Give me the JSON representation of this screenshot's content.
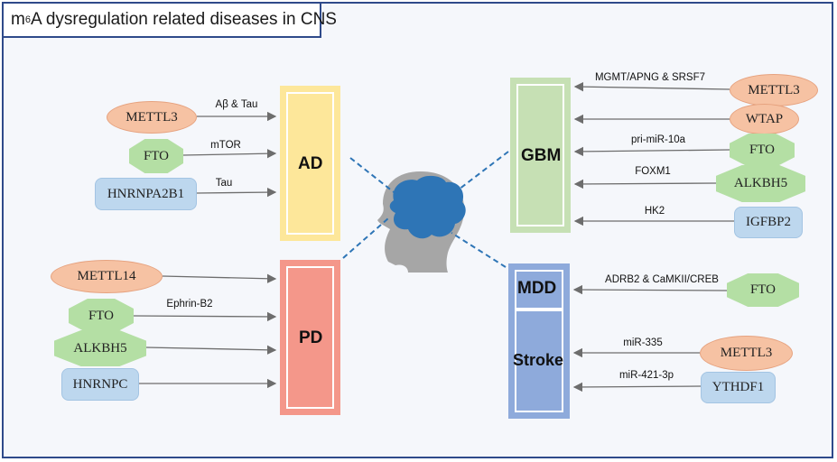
{
  "title": {
    "prefix": "m",
    "sup": "6",
    "rest": "A dysregulation related diseases in CNS"
  },
  "diseases": {
    "ad": "AD",
    "pd": "PD",
    "gbm": "GBM",
    "mdd": "MDD",
    "stroke": "Stroke"
  },
  "nodes": {
    "ad_mettl3": "METTL3",
    "ad_fto": "FTO",
    "ad_hnrnpa2b1": "HNRNPA2B1",
    "pd_mettl14": "METTL14",
    "pd_fto": "FTO",
    "pd_alkbh5": "ALKBH5",
    "pd_hnrnpc": "HNRNPC",
    "gbm_mettl3": "METTL3",
    "gbm_wtap": "WTAP",
    "gbm_fto": "FTO",
    "gbm_alkbh5": "ALKBH5",
    "gbm_igfbp2": "IGFBP2",
    "mdd_fto": "FTO",
    "stroke_mettl3": "METTL3",
    "stroke_ythdf1": "YTHDF1"
  },
  "edge_labels": {
    "ad_mettl3": "Aβ & Tau",
    "ad_fto": "mTOR",
    "ad_hnrnpa2b1": "Tau",
    "pd_fto": "Ephrin-B2",
    "gbm_mettl3": "MGMT/APNG & SRSF7",
    "gbm_fto": "pri-miR-10a",
    "gbm_alkbh5": "FOXM1",
    "gbm_igfbp2": "HK2",
    "mdd_fto": "ADRB2 & CaMKII/CREB",
    "stroke_mettl3": "miR-335",
    "stroke_ythdf1": "miR-421-3p"
  },
  "colors": {
    "writer": "#f6c2a3",
    "eraser": "#b4dfa4",
    "reader": "#bdd7ee",
    "ad": "#fde79a",
    "pd": "#f4978a",
    "gbm": "#c6e0b4",
    "mdd_stroke": "#8eaadb",
    "brain": "#2e75b6",
    "head": "#a6a6a6",
    "connector": "#2e75b6",
    "arrow": "#6d6d6d"
  },
  "icons": {
    "center": "human-head-brain-icon"
  }
}
